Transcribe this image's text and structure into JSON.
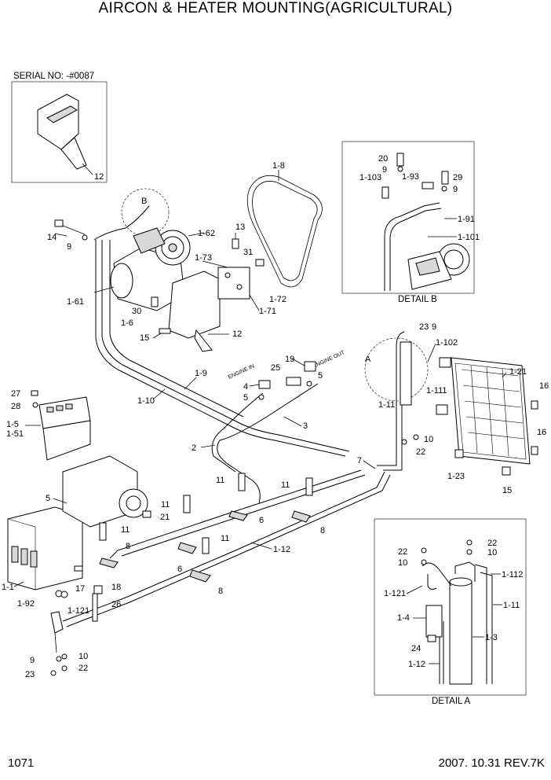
{
  "title": "AIRCON & HEATER MOUNTING(AGRICULTURAL)",
  "page_number": "1071",
  "revision": "2007. 10.31  REV.7K",
  "captions": {
    "serial": "SERIAL NO: -#0087",
    "detail_a": "DETAIL A",
    "detail_b": "DETAIL B",
    "engine_in": "ENGINE IN",
    "engine_out": "ENGINE OUT",
    "view_a": "A",
    "view_b": "B"
  },
  "labels": {
    "p12_inset": "12",
    "p1_8": "1-8",
    "p1_62": "1-62",
    "p13": "13",
    "p31": "31",
    "p1_73": "1-73",
    "p14": "14",
    "p9_a": "9",
    "p1_61": "1-61",
    "p1_6": "1-6",
    "p30": "30",
    "p15_a": "15",
    "p12_b": "12",
    "p1_72": "1-72",
    "p1_71": "1-71",
    "db_20": "20",
    "db_9a": "9",
    "db_1_103": "1-103",
    "db_1_93": "1-93",
    "db_29": "29",
    "db_9b": "9",
    "db_1_91": "1-91",
    "db_1_101": "1-101",
    "p23": "23",
    "p9_b": "9",
    "p1_102": "1-102",
    "p1_21": "1-21",
    "p16_a": "16",
    "p16_b": "16",
    "p1_111": "1-111",
    "p1_11": "1-11",
    "p10_a": "10",
    "p22_a": "22",
    "p1_23": "1-23",
    "p15_b": "15",
    "p19": "19",
    "p25": "25",
    "p4": "4",
    "p5_a": "5",
    "p5_b": "5",
    "p1_9": "1-9",
    "p1_10": "1-10",
    "p3": "3",
    "p2": "2",
    "p27": "27",
    "p28": "28",
    "p1_5": "1-5",
    "p1_51": "1-51",
    "p7": "7",
    "p11_a": "11",
    "p11_b": "11",
    "p5_c": "5",
    "p11_c": "11",
    "p21": "21",
    "p11_d": "11",
    "p6_a": "6",
    "p8_a": "8",
    "p8_b": "8",
    "p11_e": "11",
    "p6_b": "6",
    "p1_12": "1-12",
    "p8_c": "8",
    "p1_1": "1-1",
    "p17": "17",
    "p18": "18",
    "p26": "26",
    "p1_92": "1-92",
    "p1_121": "1-121",
    "p9_c": "9",
    "p10_b": "10",
    "p23_b": "23",
    "p22_b": "22",
    "da_22a": "22",
    "da_22b": "22",
    "da_10a": "10",
    "da_10b": "10",
    "da_1_112": "1-112",
    "da_1_121": "1-121",
    "da_1_11": "1-11",
    "da_1_4": "1-4",
    "da_1_3": "1-3",
    "da_24": "24",
    "da_1_12": "1-12"
  }
}
